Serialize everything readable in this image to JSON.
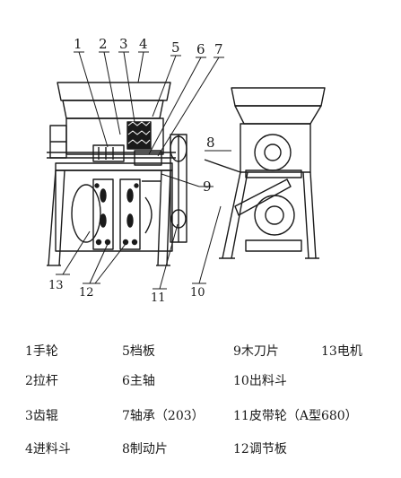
{
  "diagram": {
    "callouts": {
      "front": [
        "1",
        "2",
        "3",
        "4",
        "5",
        "6",
        "7",
        "9",
        "13",
        "12",
        "11"
      ],
      "side": [
        "8",
        "10"
      ]
    }
  },
  "legend": {
    "items": [
      {
        "num": "1",
        "name": "手轮"
      },
      {
        "num": "5",
        "name": "档板"
      },
      {
        "num": "9",
        "name": "木刀片"
      },
      {
        "num": "13",
        "name": "电机"
      },
      {
        "num": "2",
        "name": "拉杆"
      },
      {
        "num": "6",
        "name": "主轴"
      },
      {
        "num": "10",
        "name": "出料斗"
      },
      {
        "num": "3",
        "name": "齿辊"
      },
      {
        "num": "7",
        "name": "轴承（203）"
      },
      {
        "num": "11",
        "name": "皮带轮（A型680）"
      },
      {
        "num": "4",
        "name": "进料斗"
      },
      {
        "num": "8",
        "name": "制动片"
      },
      {
        "num": "12",
        "name": "调节板"
      }
    ]
  }
}
